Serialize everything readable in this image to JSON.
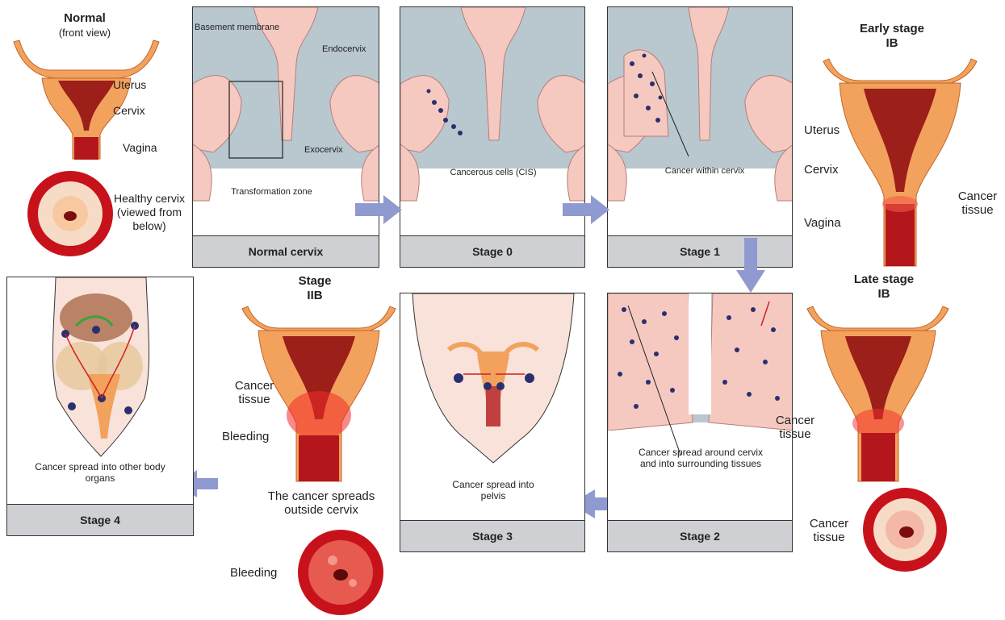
{
  "normal_view": {
    "title": "Normal",
    "subtitle": "(front view)",
    "labels": {
      "uterus": "Uterus",
      "cervix": "Cervix",
      "vagina": "Vagina"
    },
    "healthy_cervix": "Healthy cervix (viewed from below)"
  },
  "panels": {
    "normal_cervix": {
      "footer": "Normal cervix",
      "labels": {
        "basement_membrane": "Basement membrane",
        "endocervix": "Endocervix",
        "exocervix": "Exocervix",
        "transformation_zone": "Transformation zone"
      }
    },
    "stage0": {
      "footer": "Stage 0",
      "caption": "Cancerous cells (CIS)"
    },
    "stage1": {
      "footer": "Stage 1",
      "caption": "Cancer within cervix"
    },
    "stage2": {
      "footer": "Stage 2",
      "caption": "Cancer spread around cervix and into surrounding tissues"
    },
    "stage3": {
      "footer": "Stage 3",
      "caption": "Cancer spread into pelvis"
    },
    "stage4": {
      "footer": "Stage 4",
      "caption": "Cancer spread into other body organs"
    }
  },
  "early_stage": {
    "title": "Early stage",
    "subtitle": "IB",
    "labels": {
      "uterus": "Uterus",
      "cervix": "Cervix",
      "vagina": "Vagina",
      "cancer_tissue": "Cancer tissue"
    }
  },
  "late_stage": {
    "title": "Late stage",
    "subtitle": "IB",
    "labels": {
      "cancer_tissue": "Cancer tissue",
      "cancer_tissue_below": "Cancer tissue"
    }
  },
  "stage_iib": {
    "title": "Stage",
    "subtitle": "IIB",
    "labels": {
      "cancer_tissue": "Cancer tissue",
      "bleeding": "Bleeding",
      "bleeding_below": "Bleeding"
    },
    "caption": "The cancer spreads outside cervix"
  },
  "colors": {
    "uterus_outer": "#f2a25c",
    "uterus_inner": "#9c1f1a",
    "tissue_pink": "#f6c9c0",
    "lumen_blue": "#b9c7cf",
    "cancer_cell": "#2a2f70",
    "arrow": "#8f9ad0",
    "cervix_red": "#c8121b"
  }
}
